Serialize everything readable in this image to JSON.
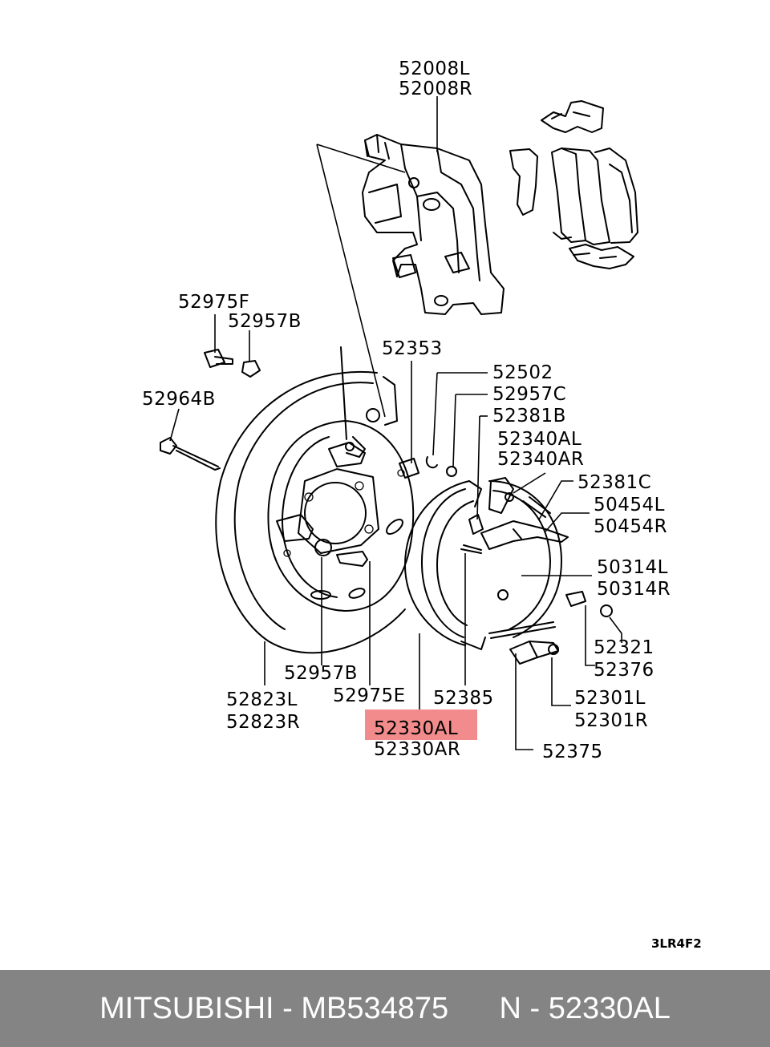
{
  "labels": {
    "caliper_l": "52008L",
    "caliper_r": "52008R",
    "bolt_f": "52975F",
    "washer_b_top": "52957B",
    "screw_b": "52964B",
    "plug_52353": "52353",
    "clip_52502": "52502",
    "washer_c": "52957C",
    "spring_b": "52381B",
    "lever_l": "52340AL",
    "lever_r": "52340AR",
    "spring_c": "52381C",
    "strut_l": "50454L",
    "strut_r": "50454R",
    "plate_l": "50314L",
    "plate_r": "50314R",
    "item_52321": "52321",
    "item_52376": "52376",
    "adjuster_l": "52301L",
    "adjuster_r": "52301R",
    "item_52375": "52375",
    "item_52385": "52385",
    "shoe_l": "52330AL",
    "shoe_r": "52330AR",
    "washer_b_bottom": "52957B",
    "bolt_e": "52975E",
    "backing_l": "52823L",
    "backing_r": "52823R"
  },
  "diagram_code": "3LR4F2",
  "highlight_color": "#f28b8b",
  "footer": {
    "text": "MITSUBISHI - MB534875      N - 52330AL"
  }
}
